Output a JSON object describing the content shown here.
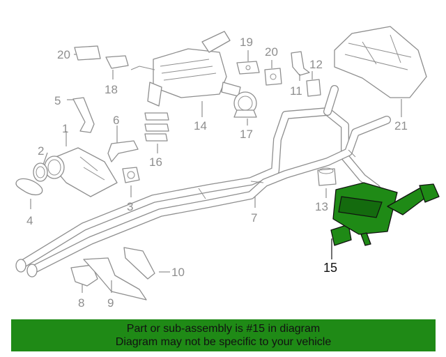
{
  "labels": {
    "1": "1",
    "2": "2",
    "3": "3",
    "4": "4",
    "5": "5",
    "6": "6",
    "7": "7",
    "8": "8",
    "9": "9",
    "10": "10",
    "11": "11",
    "12": "12",
    "13": "13",
    "14": "14",
    "15": "15",
    "16": "16",
    "17": "17",
    "18": "18",
    "19": "19",
    "20a": "20",
    "20b": "20",
    "21": "21"
  },
  "highlighted_part": "15",
  "colors": {
    "highlight": "#1f8a16",
    "banner": "#1f8a16",
    "line_art": "#8e8e8e"
  },
  "banner": {
    "line1": "Part or sub-assembly is #15 in diagram",
    "line2": "Diagram may not be specific to your vehicle"
  }
}
